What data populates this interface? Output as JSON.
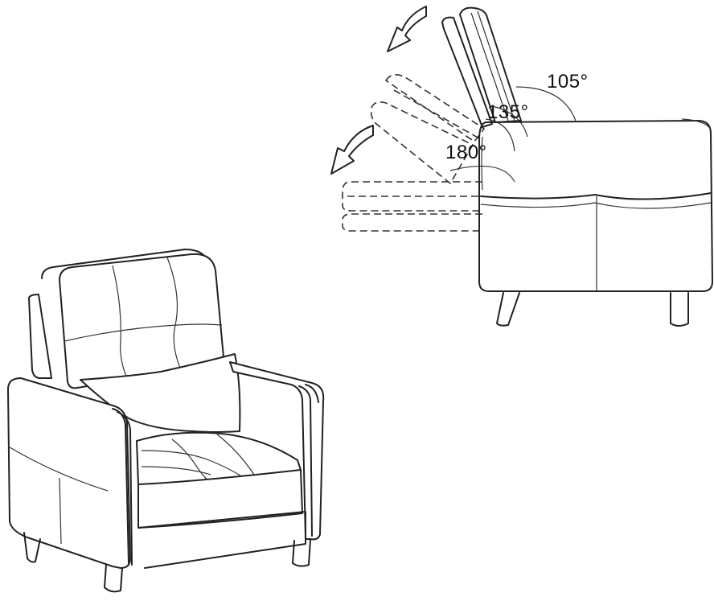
{
  "angles": {
    "a105": "105°",
    "a135": "135°",
    "a180": "180°"
  },
  "colors": {
    "line": "#222222",
    "background": "#ffffff"
  }
}
